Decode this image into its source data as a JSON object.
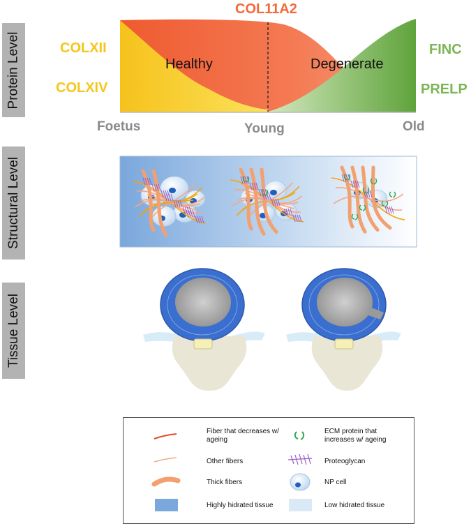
{
  "levels": {
    "protein": "Protein Level",
    "structural": "Structural Level",
    "tissue": "Tissue Level"
  },
  "protein_chart": {
    "top_label": "COL11A2",
    "left_labels": [
      "COLXII",
      "COLXIV"
    ],
    "right_labels": [
      "FINC",
      "PRELP"
    ],
    "region_labels": [
      "Healthy",
      "Degenerate"
    ],
    "axis_labels": [
      "Foetus",
      "Young",
      "Old"
    ]
  },
  "colors": {
    "yellow": "#f5c61a",
    "orange": "#f26a3c",
    "green": "#7cb555",
    "gray_text": "#8a8a8a",
    "disc_blue": "#3b6fcf"
  },
  "legend": {
    "items": [
      "Fiber that decreases w/ ageing",
      "ECM protein that increases w/ ageing",
      "Other fibers",
      "Proteoglycan",
      "Thick fibers",
      "NP cell",
      "Highly hidrated tissue",
      "Low hidrated tissue"
    ]
  }
}
